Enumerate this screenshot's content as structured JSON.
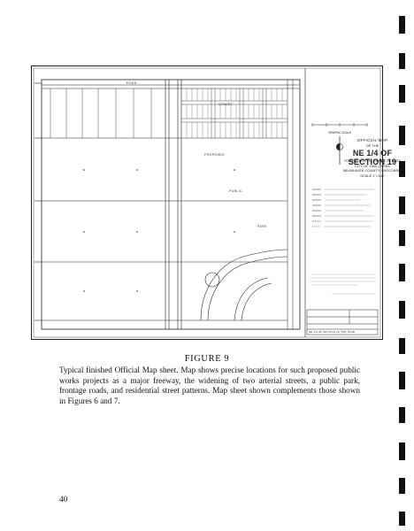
{
  "map": {
    "title_line1": "OFFICIAL MAP",
    "title_line2": "OF THE",
    "title_main": "NE 1/4 OF SECTION 19",
    "township": "TOWN 5 NORTH, RANGE 22 EAST",
    "city": "CITY OF OAK CREEK",
    "county": "MILWAUKEE COUNTY, WISCONSIN",
    "scale": "SCALE 1\"=100'",
    "graphic_scale": "GRAPHIC SCALE",
    "label_proposed": "PROPOSED",
    "label_public": "PUBLIC",
    "label_park": "PARK",
    "label_road": "ROAD",
    "label_street": "STREET",
    "sheet_ref": "NE 1/4 OF SECTION 19, T5N, R22E"
  },
  "caption": {
    "title": "FIGURE 9",
    "body": "Typical finished Official Map sheet. Map shows precise locations for such proposed public works projects as a major freeway, the widening of two arterial streets, a public park, frontage roads, and residential street patterns. Map sheet shown complements those shown in Figures 6 and 7."
  },
  "page": {
    "number": "40"
  }
}
